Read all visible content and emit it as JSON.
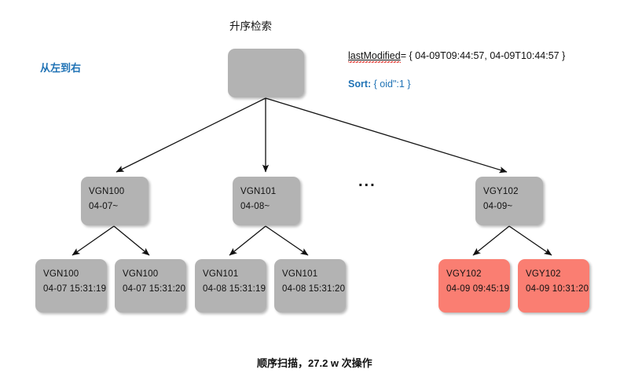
{
  "diagram": {
    "title": "升序检索",
    "direction_label": "从左到右",
    "ellipsis": "...",
    "bottom_caption": "顺序扫描，27.2 w 次操作",
    "query": {
      "field": "lastModified",
      "equals": "= { 04-09T09:44:57, 04-09T10:44:57 }",
      "sort_label": "Sort:",
      "sort_value": "{ oid\":1 }"
    },
    "colors": {
      "node_gray": "#b3b3b3",
      "node_red": "#fa7e72",
      "accent_blue": "#1f72b5",
      "arrow_red": "#f12b20",
      "arrow_black": "#000000"
    },
    "root": {
      "label": ""
    },
    "branches": [
      {
        "name": "VGN100",
        "date": "04-07~"
      },
      {
        "name": "VGN101",
        "date": "04-08~"
      },
      {
        "name": "VGY102",
        "date": "04-09~"
      }
    ],
    "leaves": [
      {
        "name": "VGN100",
        "timestamp": "04-07 15:31:19",
        "highlighted": false
      },
      {
        "name": "VGN100",
        "timestamp": "04-07 15:31:20",
        "highlighted": false
      },
      {
        "name": "VGN101",
        "timestamp": "04-08 15:31:19",
        "highlighted": false
      },
      {
        "name": "VGN101",
        "timestamp": "04-08 15:31:20",
        "highlighted": false
      },
      {
        "name": "VGY102",
        "timestamp": "04-09 09:45:19",
        "highlighted": true
      },
      {
        "name": "VGY102",
        "timestamp": "04-09 10:31:20",
        "highlighted": true
      }
    ]
  }
}
